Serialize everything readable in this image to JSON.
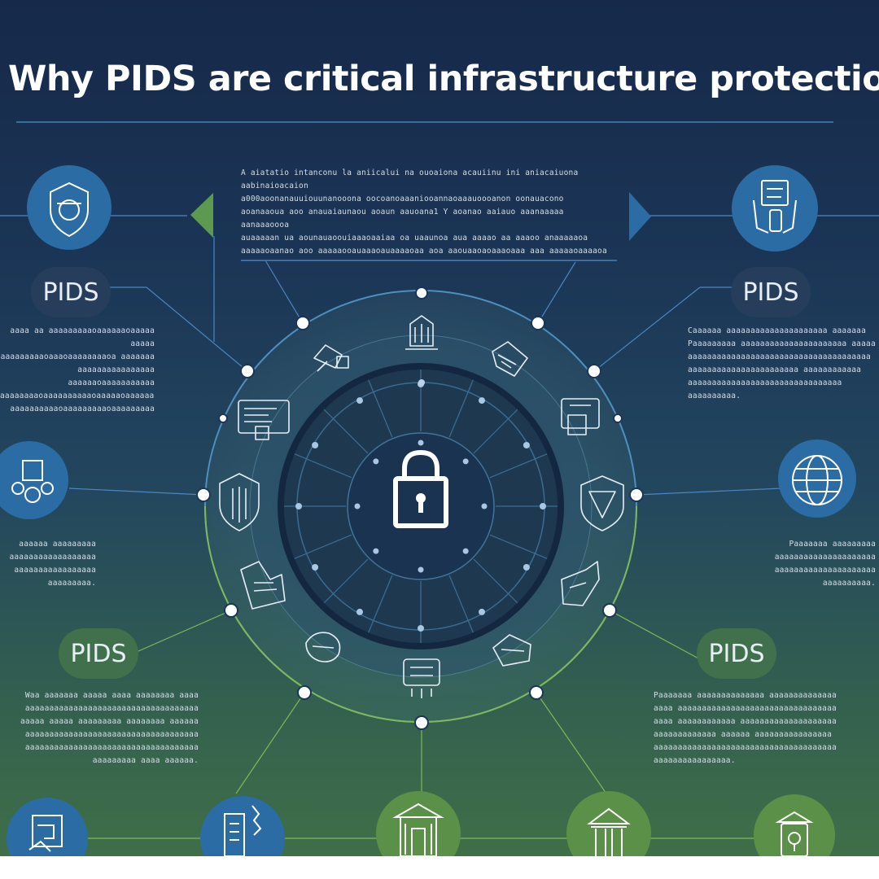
{
  "title": "Why PIDS are critical infrastructure protection",
  "labels": {
    "pids_left_top": "PIDS",
    "pids_right_top": "PIDS",
    "pids_left_bottom": "PIDS",
    "pids_right_bottom": "PIDS"
  },
  "colors": {
    "background_top": "#16294a",
    "background_bottom": "#3f6f48",
    "accent_blue": "#2f6ea6",
    "accent_green": "#4f8e4f",
    "line_blue": "#4a86c0",
    "line_green": "#7fb85a"
  },
  "icons": {
    "center": "padlock-icon",
    "outer_left": [
      "shield-scan-icon",
      "money-hand-icon",
      "building-icon"
    ],
    "outer_right": [
      "person-screen-icon",
      "globe-icon"
    ],
    "bottom_row": [
      "document-icon",
      "server-icon",
      "building-icon",
      "building-icon",
      "lock-badge-icon"
    ],
    "ring": [
      "server-icon",
      "satellite-icon",
      "document-icon",
      "shield-icon",
      "money-icon",
      "globe-icon",
      "tower-icon",
      "fingerprint-icon",
      "shield-icon",
      "chip-icon",
      "screen-icon",
      "chip-icon"
    ]
  }
}
